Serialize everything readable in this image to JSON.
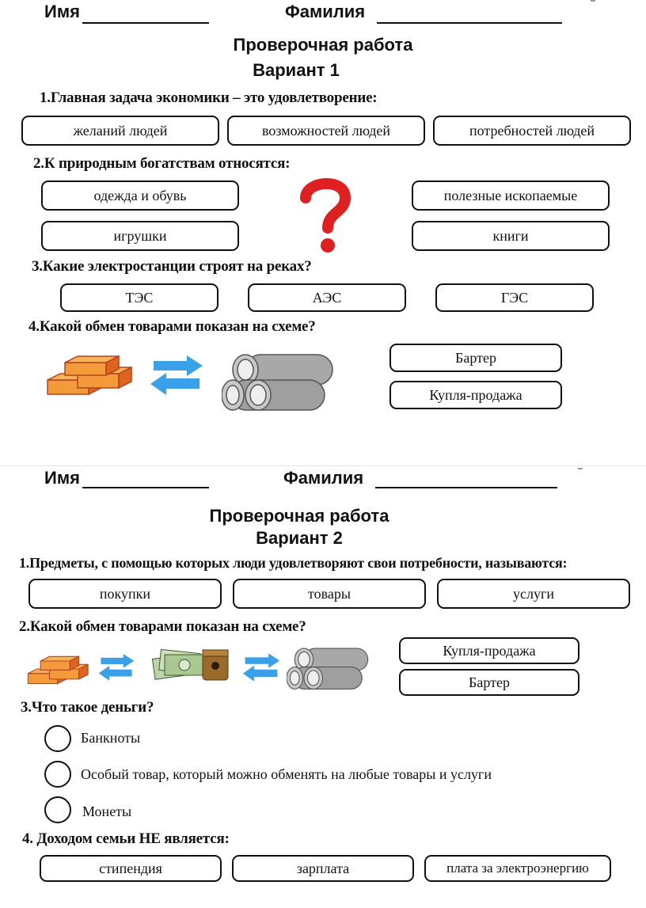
{
  "header": {
    "name_label": "Имя",
    "surname_label": "Фамилия"
  },
  "variant1": {
    "title": "Проверочная работа",
    "subtitle": "Вариант 1",
    "q1": {
      "text": "1.Главная задача экономики – это удовлетворение:",
      "options": [
        "желаний людей",
        "возможностей людей",
        "потребностей людей"
      ]
    },
    "q2": {
      "text": "2.К природным богатствам относятся:",
      "options": [
        "одежда и обувь",
        "полезные ископаемые",
        "игрушки",
        "книги"
      ]
    },
    "q3": {
      "text": "3.Какие электростанции строят на реках?",
      "options": [
        "ТЭС",
        "АЭС",
        "ГЭС"
      ]
    },
    "q4": {
      "text": "4.Какой обмен товарами показан на схеме?",
      "options": [
        "Бартер",
        "Купля-продажа"
      ]
    }
  },
  "variant2": {
    "title": "Проверочная работа",
    "subtitle": "Вариант  2",
    "q1": {
      "text": "1.Предметы, с помощью которых люди удовлетворяют свои потребности, называются:",
      "options": [
        "покупки",
        "товары",
        "услуги"
      ]
    },
    "q2": {
      "text": "2.Какой обмен товарами показан на схеме?",
      "options": [
        "Купля-продажа",
        "Бартер"
      ]
    },
    "q3": {
      "text": "3.Что такое деньги?",
      "options": [
        "Банкноты",
        "Особый товар, который можно обменять на любые товары и услуги",
        "Монеты"
      ]
    },
    "q4": {
      "text": "4. Доходом семьи НЕ является:",
      "options": [
        "стипендия",
        "зарплата",
        "плата за электроэнергию"
      ]
    }
  },
  "colors": {
    "question_mark": "#e02020",
    "arrow": "#3aa0e8",
    "brick": "#f08a30",
    "pipe": "#a9a9a9"
  },
  "icons": [
    "question-mark-icon",
    "bricks-icon",
    "exchange-arrows-icon",
    "pipes-icon",
    "money-icon",
    "bag-icon"
  ]
}
